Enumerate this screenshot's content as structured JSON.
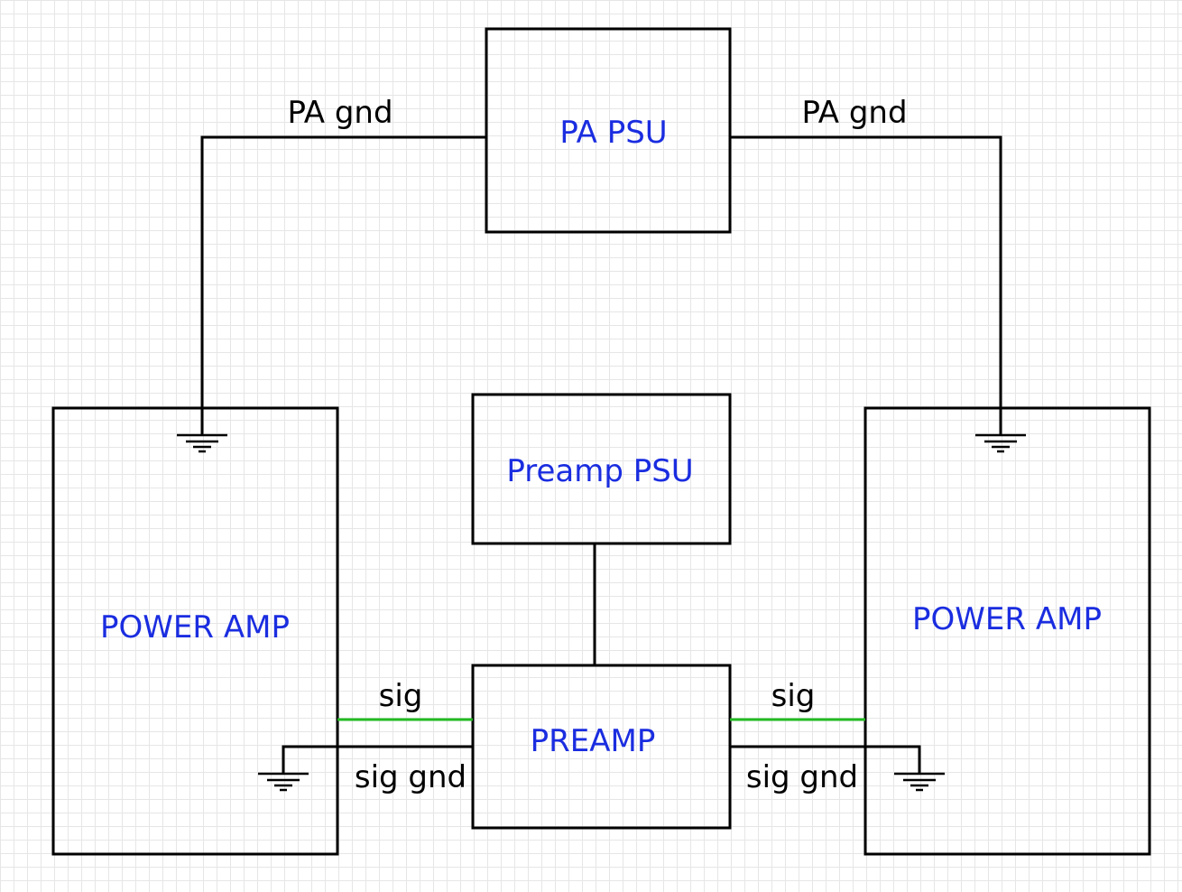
{
  "blocks": {
    "pa_psu": "PA PSU",
    "preamp_psu": "Preamp PSU",
    "preamp": "PREAMP",
    "power_amp_left": "POWER AMP",
    "power_amp_right": "POWER AMP"
  },
  "wire_labels": {
    "pa_gnd_left": "PA gnd",
    "pa_gnd_right": "PA gnd",
    "sig_left": "sig",
    "sig_right": "sig",
    "sig_gnd_left": "sig gnd",
    "sig_gnd_right": "sig gnd"
  },
  "colors": {
    "block_label": "#1a2de0",
    "signal_wire": "#22bb22",
    "wire": "#000000"
  }
}
